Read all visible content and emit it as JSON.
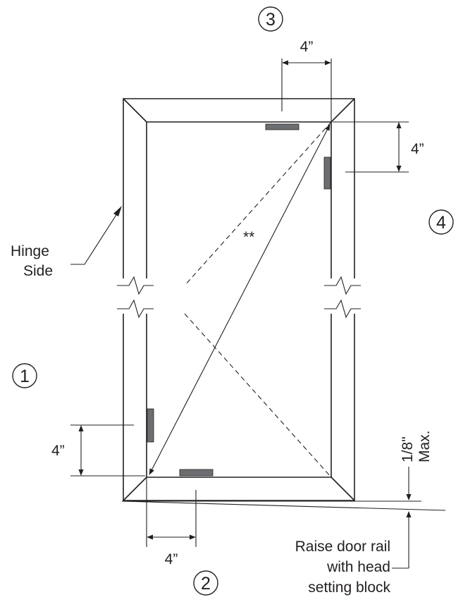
{
  "labels": {
    "hinge": [
      "Hinge",
      "Side"
    ],
    "diagonal": "**",
    "max_dim": [
      "1/8\"",
      "Max."
    ],
    "raise_note": [
      "Raise door rail",
      "with head",
      "setting block"
    ]
  },
  "dimensions": {
    "top": "4”",
    "right": "4”",
    "left": "4”",
    "bottom": "4”"
  },
  "callouts": [
    "1",
    "2",
    "3",
    "4"
  ],
  "colors": {
    "line": "#231f20",
    "setting_block": "#6d6e71"
  }
}
